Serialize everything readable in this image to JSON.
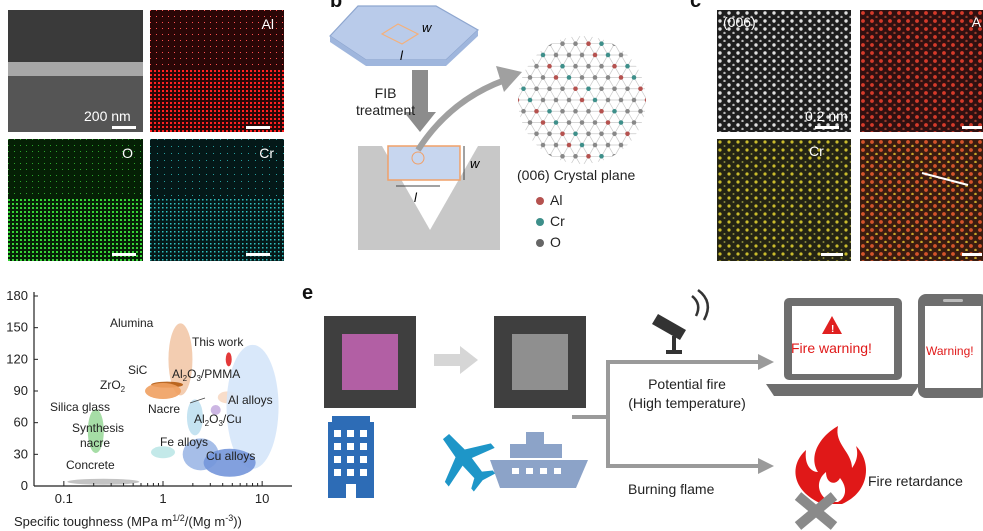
{
  "panel_b": {
    "label": "b",
    "fib_line1": "FIB",
    "fib_line2": "treatment",
    "dim_w": "w",
    "dim_l": "l",
    "crystal_plane": "(006) Crystal plane",
    "legend": [
      {
        "name": "Al",
        "color": "#b5524f"
      },
      {
        "name": "Cr",
        "color": "#3e8f8a"
      },
      {
        "name": "O",
        "color": "#666666"
      }
    ]
  },
  "panel_a": {
    "scale": "200 nm",
    "tiles": [
      {
        "label": "",
        "color": "#9a9a9a"
      },
      {
        "label": "Al",
        "color": "#e81e1e"
      },
      {
        "label": "O",
        "color": "#2fc12f"
      },
      {
        "label": "Cr",
        "color": "#2ab3b3"
      }
    ]
  },
  "panel_c": {
    "label": "c",
    "tiles": [
      {
        "label": "(006)",
        "color": "#d0d0d0"
      },
      {
        "label": "A",
        "color": "#d33a2a"
      },
      {
        "label": "Cr",
        "color": "#c9b82a"
      },
      {
        "label": "",
        "color": "#d4542a"
      }
    ],
    "scale": "0.2 nm"
  },
  "panel_d": {
    "xlabel": "Specific toughness (MPa m^1/2/(Mg m^-3))",
    "xticks": [
      "0.1",
      "1",
      "10"
    ],
    "yticks": [
      "180",
      "150",
      "120",
      "90",
      "60",
      "30",
      "0"
    ],
    "materials": [
      "Alumina",
      "This work",
      "SiC",
      "Al2O3/PMMA",
      "ZrO2",
      "Silica glass",
      "Nacre",
      "Al alloys",
      "Al2O3/Cu",
      "Synthesis nacre",
      "Fe alloys",
      "Cu alloys",
      "Concrete"
    ]
  },
  "chart_data": {
    "type": "scatter",
    "xlabel": "Specific toughness (MPa m1/2/(Mg m-3))",
    "ylabel": "",
    "xscale": "log",
    "xlim": [
      0.05,
      20
    ],
    "ylim": [
      0,
      180
    ],
    "series": [
      {
        "name": "Alumina",
        "x": 1.5,
        "y": 120,
        "color": "#f2c8a8"
      },
      {
        "name": "This work",
        "x": 4.6,
        "y": 120,
        "color": "#e02424"
      },
      {
        "name": "SiC",
        "x": 1.1,
        "y": 96,
        "color": "#b45a10"
      },
      {
        "name": "Al2O3/PMMA",
        "x": 4.5,
        "y": 84,
        "color": "#f7d9c4"
      },
      {
        "name": "ZrO2",
        "x": 1.0,
        "y": 90,
        "color": "#f0a060"
      },
      {
        "name": "Silica glass",
        "x": 0.21,
        "y": 52,
        "color": "#9cd99c"
      },
      {
        "name": "Nacre",
        "x": 2.1,
        "y": 65,
        "color": "#bfe0f0"
      },
      {
        "name": "Al alloys",
        "x": 8.0,
        "y": 75,
        "color": "#d5e6fa"
      },
      {
        "name": "Al2O3/Cu",
        "x": 3.4,
        "y": 72,
        "color": "#c7aee0"
      },
      {
        "name": "Synthesis nacre",
        "x": 1.0,
        "y": 32,
        "color": "#bde7e7"
      },
      {
        "name": "Fe alloys",
        "x": 2.4,
        "y": 30,
        "color": "#9cb7e6"
      },
      {
        "name": "Cu alloys",
        "x": 4.7,
        "y": 22,
        "color": "#7496da"
      },
      {
        "name": "Concrete",
        "x": 0.25,
        "y": 4,
        "color": "#bcbcbc"
      }
    ]
  },
  "panel_e": {
    "label": "e",
    "potential_fire": "Potential fire",
    "high_temp": "(High temperature)",
    "burning_flame": "Burning flame",
    "fire_warning": "Fire warning!",
    "warning": "Warning!",
    "fire_retardance": "Fire retardance"
  }
}
